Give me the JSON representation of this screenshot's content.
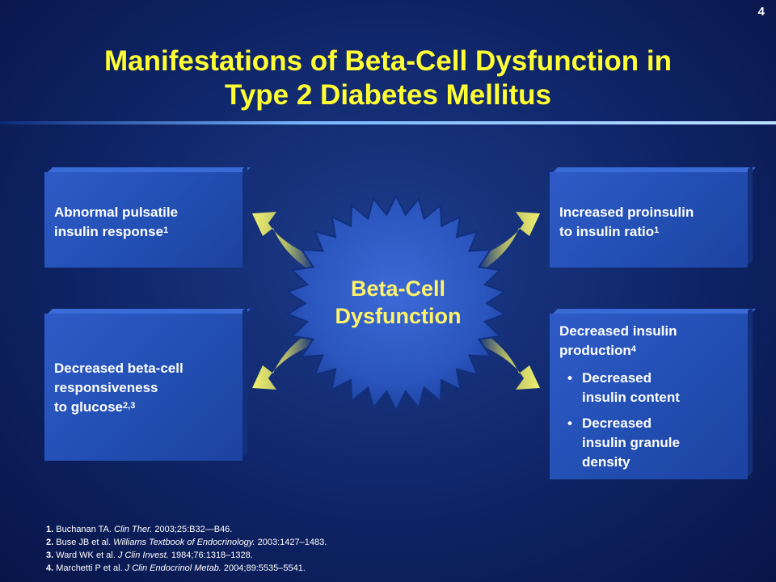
{
  "slide_number": "4",
  "title_line1": "Manifestations of Beta-Cell Dysfunction in",
  "title_line2": "Type 2 Diabetes Mellitus",
  "center": {
    "line1": "Beta-Cell",
    "line2": "Dysfunction"
  },
  "boxes": {
    "top_left": {
      "line1": "Abnormal pulsatile",
      "line2": "insulin response",
      "sup": "1"
    },
    "bottom_left": {
      "line1": "Decreased beta-cell",
      "line2": "responsiveness",
      "line3": "to glucose",
      "sup": "2,3"
    },
    "top_right": {
      "line1": "Increased proinsulin",
      "line2": "to insulin ratio",
      "sup": "1"
    },
    "bottom_right": {
      "line1": "Decreased insulin",
      "line2": "production",
      "sup": "4",
      "bullets": [
        {
          "line1": "Decreased",
          "line2": "insulin content"
        },
        {
          "line1": "Decreased",
          "line2": "insulin granule",
          "line3": "density"
        }
      ]
    }
  },
  "references": [
    {
      "num": "1.",
      "author": " Buchanan TA. ",
      "journal": "Clin Ther.",
      "rest": " 2003;25:B32—B46."
    },
    {
      "num": "2.",
      "author": " Buse JB et al. ",
      "journal": "Williams Textbook of Endocrinology.",
      "rest": "  2003:1427–1483."
    },
    {
      "num": "3.",
      "author": " Ward WK et al. ",
      "journal": "J Clin Invest.",
      "rest": " 1984;76:1318–1328."
    },
    {
      "num": "4.",
      "author": " Marchetti P et al. ",
      "journal": "J Clin Endocrinol Metab.",
      "rest": " 2004;89:5535–5541."
    }
  ],
  "colors": {
    "title": "#ffff33",
    "center_text": "#fff36a",
    "arrow": "#e8e860",
    "box": "#2a56c0"
  }
}
